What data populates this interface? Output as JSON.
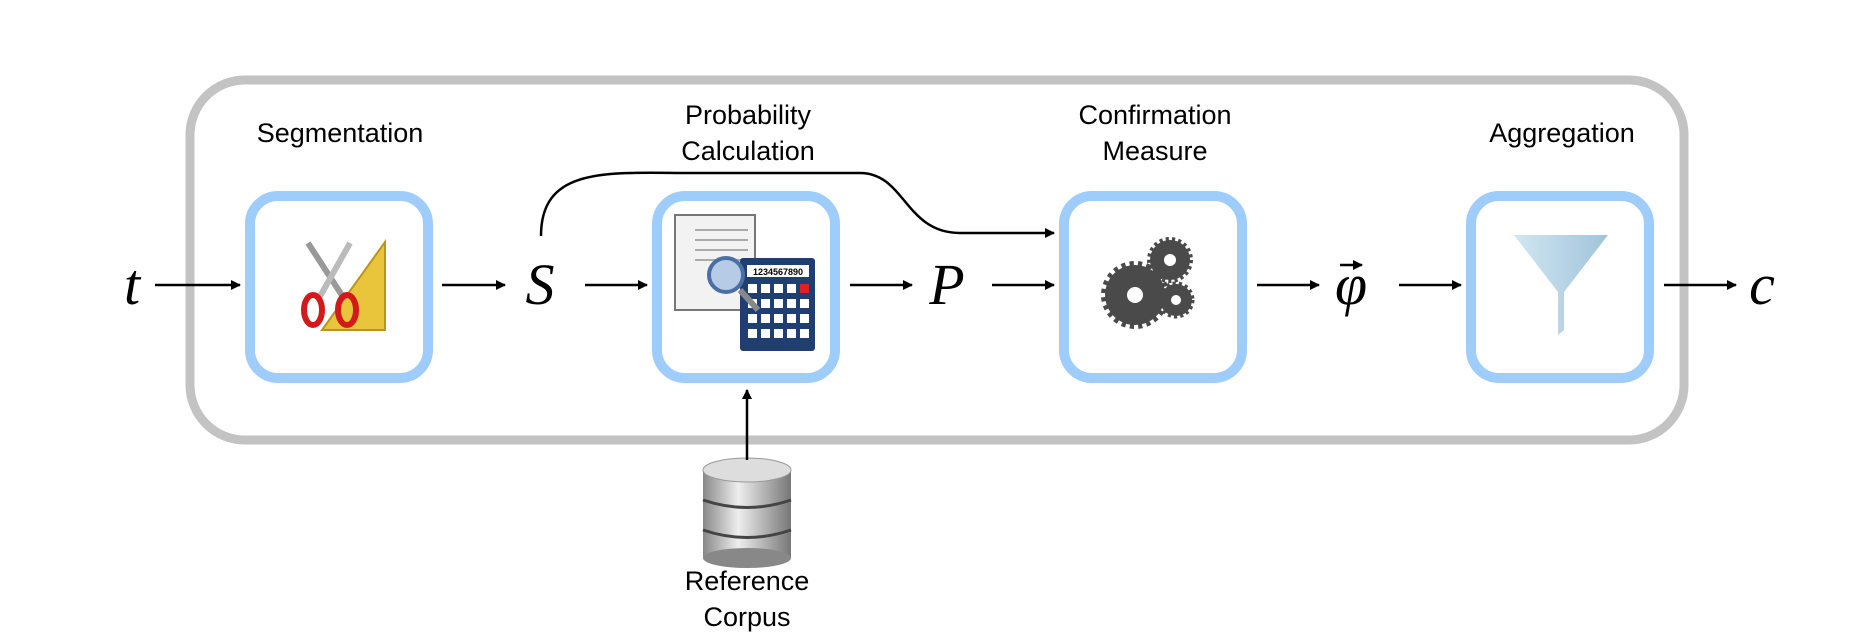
{
  "stages": [
    {
      "label_lines": [
        "Segmentation"
      ],
      "icon": "scissors-ruler-icon"
    },
    {
      "label_lines": [
        "Probability",
        "Calculation"
      ],
      "icon": "document-calculator-icon"
    },
    {
      "label_lines": [
        "Confirmation",
        "Measure"
      ],
      "icon": "gears-icon"
    },
    {
      "label_lines": [
        "Aggregation"
      ],
      "icon": "funnel-icon"
    }
  ],
  "symbols": {
    "input": "t",
    "segments": "S",
    "probabilities": "P",
    "vector": "φ",
    "output": "c"
  },
  "corpus": {
    "label_lines": [
      "Reference",
      "Corpus"
    ],
    "icon": "database-icon"
  },
  "calculator_display": "1234567890",
  "colors": {
    "frame": "#c3c3c3",
    "stage_border": "#9fcdfb",
    "arrow": "#000000"
  }
}
